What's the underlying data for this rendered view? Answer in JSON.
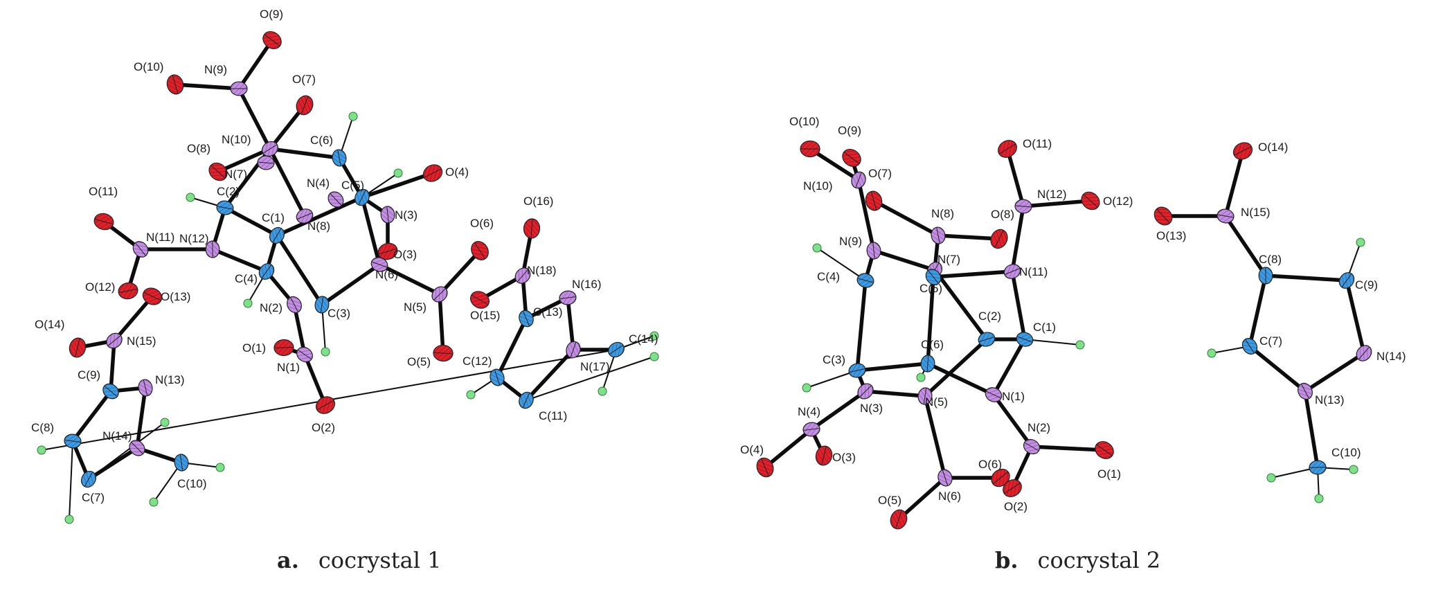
{
  "colors": {
    "bond": "#0d0d0d",
    "carbon": "#3d9be6",
    "nitrogen": "#c58ee6",
    "oxygen": "#e0202a",
    "hydrogen": "#7fe08a"
  },
  "panels": [
    {
      "letter": "a.",
      "caption": "cocrystal 1",
      "atoms": [
        {
          "id": "N9",
          "label": "N(9)",
          "el": "N"
        },
        {
          "id": "O9",
          "label": "O(9)",
          "el": "O"
        },
        {
          "id": "O10",
          "label": "O(10)",
          "el": "O"
        },
        {
          "id": "O7",
          "label": "O(7)",
          "el": "O"
        },
        {
          "id": "N10",
          "label": "N(10)",
          "el": "N"
        },
        {
          "id": "N7",
          "label": "N(7)",
          "el": "N"
        },
        {
          "id": "O8",
          "label": "O(8)",
          "el": "O"
        },
        {
          "id": "C6",
          "label": "C(6)",
          "el": "C"
        },
        {
          "id": "C5",
          "label": "C(5)",
          "el": "C"
        },
        {
          "id": "O4",
          "label": "O(4)",
          "el": "O"
        },
        {
          "id": "C2",
          "label": "C(2)",
          "el": "C"
        },
        {
          "id": "N4",
          "label": "N(4)",
          "el": "N"
        },
        {
          "id": "N3",
          "label": "N(3)",
          "el": "N"
        },
        {
          "id": "C1",
          "label": "C(1)",
          "el": "C"
        },
        {
          "id": "N8",
          "label": "N(8)",
          "el": "N"
        },
        {
          "id": "O11",
          "label": "O(11)",
          "el": "O"
        },
        {
          "id": "N11",
          "label": "N(11)",
          "el": "N"
        },
        {
          "id": "N12",
          "label": "N(12)",
          "el": "N"
        },
        {
          "id": "C4",
          "label": "C(4)",
          "el": "C"
        },
        {
          "id": "O3",
          "label": "O(3)",
          "el": "O"
        },
        {
          "id": "N6",
          "label": "N(6)",
          "el": "N"
        },
        {
          "id": "O6",
          "label": "O(6)",
          "el": "O"
        },
        {
          "id": "O16",
          "label": "O(16)",
          "el": "O"
        },
        {
          "id": "N18",
          "label": "N(18)",
          "el": "N"
        },
        {
          "id": "O12",
          "label": "O(12)",
          "el": "O"
        },
        {
          "id": "O13",
          "label": "O(13)",
          "el": "O"
        },
        {
          "id": "N2",
          "label": "N(2)",
          "el": "N"
        },
        {
          "id": "C3",
          "label": "C(3)",
          "el": "C"
        },
        {
          "id": "N5",
          "label": "N(5)",
          "el": "N"
        },
        {
          "id": "N16",
          "label": "N(16)",
          "el": "N"
        },
        {
          "id": "O15",
          "label": "O(15)",
          "el": "O"
        },
        {
          "id": "C13",
          "label": "C(13)",
          "el": "C"
        },
        {
          "id": "O14",
          "label": "O(14)",
          "el": "O"
        },
        {
          "id": "N15",
          "label": "N(15)",
          "el": "N"
        },
        {
          "id": "O1",
          "label": "O(1)",
          "el": "O"
        },
        {
          "id": "N1",
          "label": "N(1)",
          "el": "N"
        },
        {
          "id": "C12",
          "label": "C(12)",
          "el": "C"
        },
        {
          "id": "N17",
          "label": "N(17)",
          "el": "N"
        },
        {
          "id": "C14",
          "label": "C(14)",
          "el": "C"
        },
        {
          "id": "O5",
          "label": "O(5)",
          "el": "O"
        },
        {
          "id": "C9",
          "label": "C(9)",
          "el": "C"
        },
        {
          "id": "N13",
          "label": "N(13)",
          "el": "N"
        },
        {
          "id": "C11",
          "label": "C(11)",
          "el": "C"
        },
        {
          "id": "O2",
          "label": "O(2)",
          "el": "O"
        },
        {
          "id": "C8",
          "label": "C(8)",
          "el": "C"
        },
        {
          "id": "N14",
          "label": "N(14)",
          "el": "N"
        },
        {
          "id": "C10",
          "label": "C(10)",
          "el": "C"
        },
        {
          "id": "C7",
          "label": "C(7)",
          "el": "C"
        }
      ],
      "bonds": [
        [
          "N9",
          "O9"
        ],
        [
          "N9",
          "O10"
        ],
        [
          "N9",
          "N10"
        ],
        [
          "N10",
          "O7"
        ],
        [
          "N10",
          "O8"
        ],
        [
          "N10",
          "C6"
        ],
        [
          "N10",
          "C2"
        ],
        [
          "N10",
          "N8"
        ],
        [
          "C6",
          "C5"
        ],
        [
          "C5",
          "O4"
        ],
        [
          "C5",
          "N3"
        ],
        [
          "C5",
          "C1"
        ],
        [
          "C5",
          "N6"
        ],
        [
          "N3",
          "O3"
        ],
        [
          "C1",
          "C2"
        ],
        [
          "C1",
          "C3"
        ],
        [
          "C1",
          "C4"
        ],
        [
          "C2",
          "N12"
        ],
        [
          "N12",
          "C4"
        ],
        [
          "N12",
          "N11"
        ],
        [
          "N11",
          "O11"
        ],
        [
          "N11",
          "O12"
        ],
        [
          "C4",
          "N2"
        ],
        [
          "N2",
          "N1"
        ],
        [
          "N1",
          "O1"
        ],
        [
          "N1",
          "O2"
        ],
        [
          "C3",
          "N6"
        ],
        [
          "N6",
          "N5"
        ],
        [
          "N5",
          "O6"
        ],
        [
          "N5",
          "O5"
        ],
        [
          "N18",
          "O16"
        ],
        [
          "N18",
          "O15"
        ],
        [
          "N18",
          "C13"
        ],
        [
          "C13",
          "N16"
        ],
        [
          "C13",
          "C12"
        ],
        [
          "N16",
          "N17"
        ],
        [
          "N17",
          "C11"
        ],
        [
          "N17",
          "C14"
        ],
        [
          "C12",
          "C11"
        ],
        [
          "N15",
          "O13"
        ],
        [
          "N15",
          "O14"
        ],
        [
          "N15",
          "C9"
        ],
        [
          "C9",
          "N13"
        ],
        [
          "C9",
          "C8"
        ],
        [
          "N13",
          "N14"
        ],
        [
          "N14",
          "C10"
        ],
        [
          "N14",
          "C7"
        ],
        [
          "C8",
          "C7"
        ]
      ],
      "hydrogens": [
        [
          "C6",
          "H"
        ],
        [
          "C5",
          "H"
        ],
        [
          "C2",
          "H"
        ],
        [
          "C4",
          "H"
        ],
        [
          "C3",
          "H"
        ],
        [
          "C12",
          "H"
        ],
        [
          "C11",
          "H"
        ],
        [
          "C14",
          "H"
        ],
        [
          "C14",
          "H"
        ],
        [
          "C14",
          "H"
        ],
        [
          "C8",
          "H"
        ],
        [
          "C7",
          "H"
        ],
        [
          "C10",
          "H"
        ],
        [
          "C10",
          "H"
        ],
        [
          "C10",
          "H"
        ]
      ]
    },
    {
      "letter": "b.",
      "caption": "cocrystal 2",
      "atoms": [
        {
          "id": "O10",
          "label": "O(10)",
          "el": "O"
        },
        {
          "id": "O9",
          "label": "O(9)",
          "el": "O"
        },
        {
          "id": "O7",
          "label": "O(7)",
          "el": "O"
        },
        {
          "id": "N10",
          "label": "N(10)",
          "el": "N"
        },
        {
          "id": "O11",
          "label": "O(11)",
          "el": "O"
        },
        {
          "id": "N12",
          "label": "N(12)",
          "el": "N"
        },
        {
          "id": "O12",
          "label": "O(12)",
          "el": "O"
        },
        {
          "id": "N8",
          "label": "N(8)",
          "el": "N"
        },
        {
          "id": "O8",
          "label": "O(8)",
          "el": "O"
        },
        {
          "id": "O14",
          "label": "O(14)",
          "el": "O"
        },
        {
          "id": "N15",
          "label": "N(15)",
          "el": "N"
        },
        {
          "id": "O13",
          "label": "O(13)",
          "el": "O"
        },
        {
          "id": "N9",
          "label": "N(9)",
          "el": "N"
        },
        {
          "id": "N7",
          "label": "N(7)",
          "el": "N"
        },
        {
          "id": "N11",
          "label": "N(11)",
          "el": "N"
        },
        {
          "id": "C4",
          "label": "C(4)",
          "el": "C"
        },
        {
          "id": "C5",
          "label": "C(5)",
          "el": "C"
        },
        {
          "id": "C8",
          "label": "C(8)",
          "el": "C"
        },
        {
          "id": "C9",
          "label": "C(9)",
          "el": "C"
        },
        {
          "id": "C2",
          "label": "C(2)",
          "el": "C"
        },
        {
          "id": "C1",
          "label": "C(1)",
          "el": "C"
        },
        {
          "id": "C7",
          "label": "C(7)",
          "el": "C"
        },
        {
          "id": "C6",
          "label": "C(6)",
          "el": "C"
        },
        {
          "id": "N14",
          "label": "N(14)",
          "el": "N"
        },
        {
          "id": "C3",
          "label": "C(3)",
          "el": "C"
        },
        {
          "id": "N1",
          "label": "N(1)",
          "el": "N"
        },
        {
          "id": "N13",
          "label": "N(13)",
          "el": "N"
        },
        {
          "id": "N5",
          "label": "N(5)",
          "el": "N"
        },
        {
          "id": "N3",
          "label": "N(3)",
          "el": "N"
        },
        {
          "id": "N4",
          "label": "N(4)",
          "el": "N"
        },
        {
          "id": "N2",
          "label": "N(2)",
          "el": "N"
        },
        {
          "id": "O4",
          "label": "O(4)",
          "el": "O"
        },
        {
          "id": "O3",
          "label": "O(3)",
          "el": "O"
        },
        {
          "id": "O6",
          "label": "O(6)",
          "el": "O"
        },
        {
          "id": "C10",
          "label": "C(10)",
          "el": "C"
        },
        {
          "id": "O1",
          "label": "O(1)",
          "el": "O"
        },
        {
          "id": "N6",
          "label": "N(6)",
          "el": "N"
        },
        {
          "id": "O5",
          "label": "O(5)",
          "el": "O"
        },
        {
          "id": "O2",
          "label": "O(2)",
          "el": "O"
        }
      ],
      "bonds": [
        [
          "N10",
          "O10"
        ],
        [
          "N10",
          "O9"
        ],
        [
          "N10",
          "N9"
        ],
        [
          "N8",
          "O7"
        ],
        [
          "N8",
          "O8"
        ],
        [
          "N8",
          "N7"
        ],
        [
          "N12",
          "O11"
        ],
        [
          "N12",
          "O12"
        ],
        [
          "N12",
          "N11"
        ],
        [
          "N9",
          "C4"
        ],
        [
          "N9",
          "N7"
        ],
        [
          "N7",
          "C5"
        ],
        [
          "N7",
          "C2"
        ],
        [
          "N11",
          "C5"
        ],
        [
          "N11",
          "C1"
        ],
        [
          "C4",
          "C3"
        ],
        [
          "C5",
          "C6"
        ],
        [
          "C2",
          "C1"
        ],
        [
          "C2",
          "N5"
        ],
        [
          "C6",
          "C3"
        ],
        [
          "C6",
          "N1"
        ],
        [
          "C3",
          "N3"
        ],
        [
          "N3",
          "N4"
        ],
        [
          "N3",
          "N5"
        ],
        [
          "N4",
          "O4"
        ],
        [
          "N4",
          "O3"
        ],
        [
          "N5",
          "N6"
        ],
        [
          "N1",
          "N2"
        ],
        [
          "N1",
          "C1"
        ],
        [
          "N2",
          "O1"
        ],
        [
          "N2",
          "O2"
        ],
        [
          "N6",
          "O5"
        ],
        [
          "N6",
          "O6"
        ],
        [
          "N15",
          "O14"
        ],
        [
          "N15",
          "O13"
        ],
        [
          "N15",
          "C8"
        ],
        [
          "C8",
          "C9"
        ],
        [
          "C8",
          "C7"
        ],
        [
          "C9",
          "N14"
        ],
        [
          "N14",
          "N13"
        ],
        [
          "C7",
          "N13"
        ],
        [
          "N13",
          "C10"
        ]
      ],
      "hydrogens": [
        [
          "C4",
          "H"
        ],
        [
          "C1",
          "H"
        ],
        [
          "C3",
          "H"
        ],
        [
          "C6",
          "H"
        ],
        [
          "C9",
          "H"
        ],
        [
          "C7",
          "H"
        ],
        [
          "C10",
          "H"
        ],
        [
          "C10",
          "H"
        ],
        [
          "C10",
          "H"
        ]
      ]
    }
  ]
}
